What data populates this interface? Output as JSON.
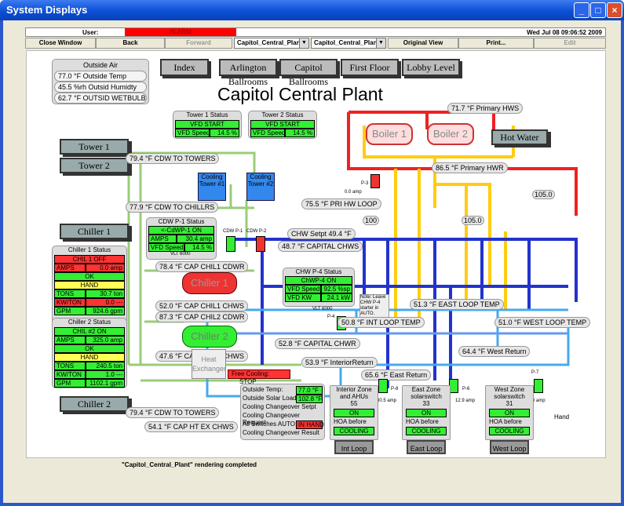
{
  "window": {
    "title": "System Displays"
  },
  "status": {
    "user_label": "User:",
    "alarm": "ALARM",
    "datetime": "Wed Jul 08 09:06:52 2009"
  },
  "toolbar": {
    "close": "Close Window",
    "back": "Back",
    "forward": "Forward",
    "select1": "Capitol_Central_Plant",
    "select2": "Capitol_Central_Plant",
    "original": "Original View",
    "print": "Print...",
    "edit": "Edit"
  },
  "page": {
    "title": "Capitol Central Plant",
    "footer": "\"Capitol_Central_Plant\" rendering completed"
  },
  "nav": [
    "Index",
    "Arlington Ballrooms",
    "Capitol Ballrooms",
    "First Floor",
    "Lobby Level"
  ],
  "side": [
    "Tower 1",
    "Tower 2",
    "Chiller 1",
    "Chiller 2"
  ],
  "hot_water": "Hot Water",
  "outside": {
    "title": "Outside Air",
    "rows": [
      "77.0 °F  Outside Temp",
      "45.5 %rh Outsid Humidty",
      "62.7 °F  OUTSID WETBULB"
    ]
  },
  "tower1": {
    "title": "Tower 1 Status",
    "r1": "VFD START",
    "r2a": "VFD Speed",
    "r2b": "14.5 %"
  },
  "tower2": {
    "title": "Tower 2 Status",
    "r1": "VFD START",
    "r2a": "VFD Speed",
    "r2b": "14.5 %"
  },
  "tags": {
    "cdw_to_towers": "79.4 °F  CDW TO TOWERS",
    "cdw_to_chillrs": "77.9 °F  CDW TO CHILLRS",
    "chil1_cdwr": "78.4 °F  CAP CHIL1 CDWR",
    "chil1_chws": "52.0 °F  CAP CHIL1 CHWS",
    "chil2_cdwr": "87.3 °F  CAP CHIL2 CDWR",
    "chil2_chws": "47.6 °F  CAP CHIL2 CHWS",
    "cdw_to_towers2": "79.4 °F  CDW TO TOWERS",
    "ht_ex": "54.1 °F  CAP HT EX CHWS",
    "primary_hws": "71.7 °F  Primary HWS",
    "primary_hwr": "86.5 °F  Primary HWR",
    "pri_hw_loop": "75.5 °F  PRI HW LOOP",
    "chw_setpt": "CHW Setpt  49.4 °F",
    "capital_chws": "48.7 °F  CAPITAL CHWS",
    "east_loop": "51.3 °F  EAST LOOP TEMP",
    "int_loop": "50.8 °F  INT LOOP TEMP",
    "west_loop": "51.0 °F  WEST LOOP TEMP",
    "capital_chwr": "52.8 °F  CAPITAL CHWR",
    "west_return": "64.4 °F  West Return",
    "interior_return": "53.9 °F  InteriorReturn",
    "east_return": "65.6 °F  East Return",
    "east_hw": "105.0",
    "west_hw": "105.0",
    "interior_hw": "100"
  },
  "cdwp1": {
    "title": "CDW P-1 Status",
    "r1": "<-CdWP-1 ON",
    "r2a": "AMPS",
    "r2b": "30.4 amp",
    "r3a": "VFD Speed",
    "r3b": "14.5 %",
    "foot": "VLT 6000"
  },
  "chwp4": {
    "title": "CHW P-4 Status",
    "r1": "ChWP-4 ON",
    "r2a": "VFD Speed",
    "r2b": "92.5 %sp",
    "r3a": "VFD KW",
    "r3b": "24.1 kW",
    "foot": "VLT 6000"
  },
  "chiller1": {
    "title": "Chiller 1 Status",
    "r1": "CHIL 1 OFF",
    "r2a": "AMPS",
    "r2b": "0.0 amp",
    "r3": "OK",
    "r4": "HAND",
    "r5a": "TONS",
    "r5b": "30.7 ton",
    "r6a": "KW/TON",
    "r6b": "0.0 ---",
    "r7a": "GPM",
    "r7b": "924.6 gpm"
  },
  "chiller2": {
    "title": "Chiller 2 Status",
    "r1": "CHIL #2 ON",
    "r2a": "AMPS",
    "r2b": "325.0 amp",
    "r3": "OK",
    "r4": "HAND",
    "r5a": "TONS",
    "r5b": "240.5 ton",
    "r6a": "KW/TON",
    "r6b": "1.0 ---",
    "r7a": "GPM",
    "r7b": "1102.1 gpm"
  },
  "equip": {
    "boiler1": "Boiler 1",
    "boiler2": "Boiler 2",
    "chiller1": "Chiller 1",
    "chiller2": "Chiller 2",
    "ct1": "Cooling Tower #1",
    "ct2": "Cooling Tower #2",
    "hx": "Heat Exchanger"
  },
  "free_cooling": {
    "label": "Free Cooling:",
    "state": "STOP"
  },
  "cooling": {
    "r1a": "Outside  Temp:",
    "r1b": "77.0 °F",
    "r2a": "Outside Solar Load:",
    "r2b": "102.8 °F",
    "r3": "Cooling Changeover Setpt",
    "r4": "Cooling Changeover Request",
    "r5a": "All Switches AUTO:",
    "r5b": "IN HAND",
    "r6": "Cooling Changeover Result"
  },
  "zones": [
    {
      "name": "Interior Zone and AHUs",
      "num": "55",
      "on": "ON",
      "hoa": "HOA before",
      "mode": "COOLING",
      "btn": "Int Loop"
    },
    {
      "name": "East Zone solarswitch",
      "num": "33",
      "on": "ON",
      "hoa": "HOA before",
      "mode": "COOLING",
      "btn": "East Loop"
    },
    {
      "name": "West Zone solarswitch",
      "num": "31",
      "on": "ON",
      "hoa": "HOA before",
      "mode": "COOLING",
      "btn": "West Loop"
    }
  ],
  "pumps": {
    "p8": "P-8",
    "p8a": "30.5 amp",
    "p6": "P-6",
    "p6a": "12.9 amp",
    "p7": "P-7",
    "p7a": "11.8 amp",
    "p3": "P-3",
    "p3a": "0.0 amp",
    "p4": "P-4",
    "hand": "Hand",
    "cdwp1": "CDW P-1",
    "cdwp2": "CDW P-2"
  },
  "note": "Note: Leave CHW P-4 starter in AUTO."
}
